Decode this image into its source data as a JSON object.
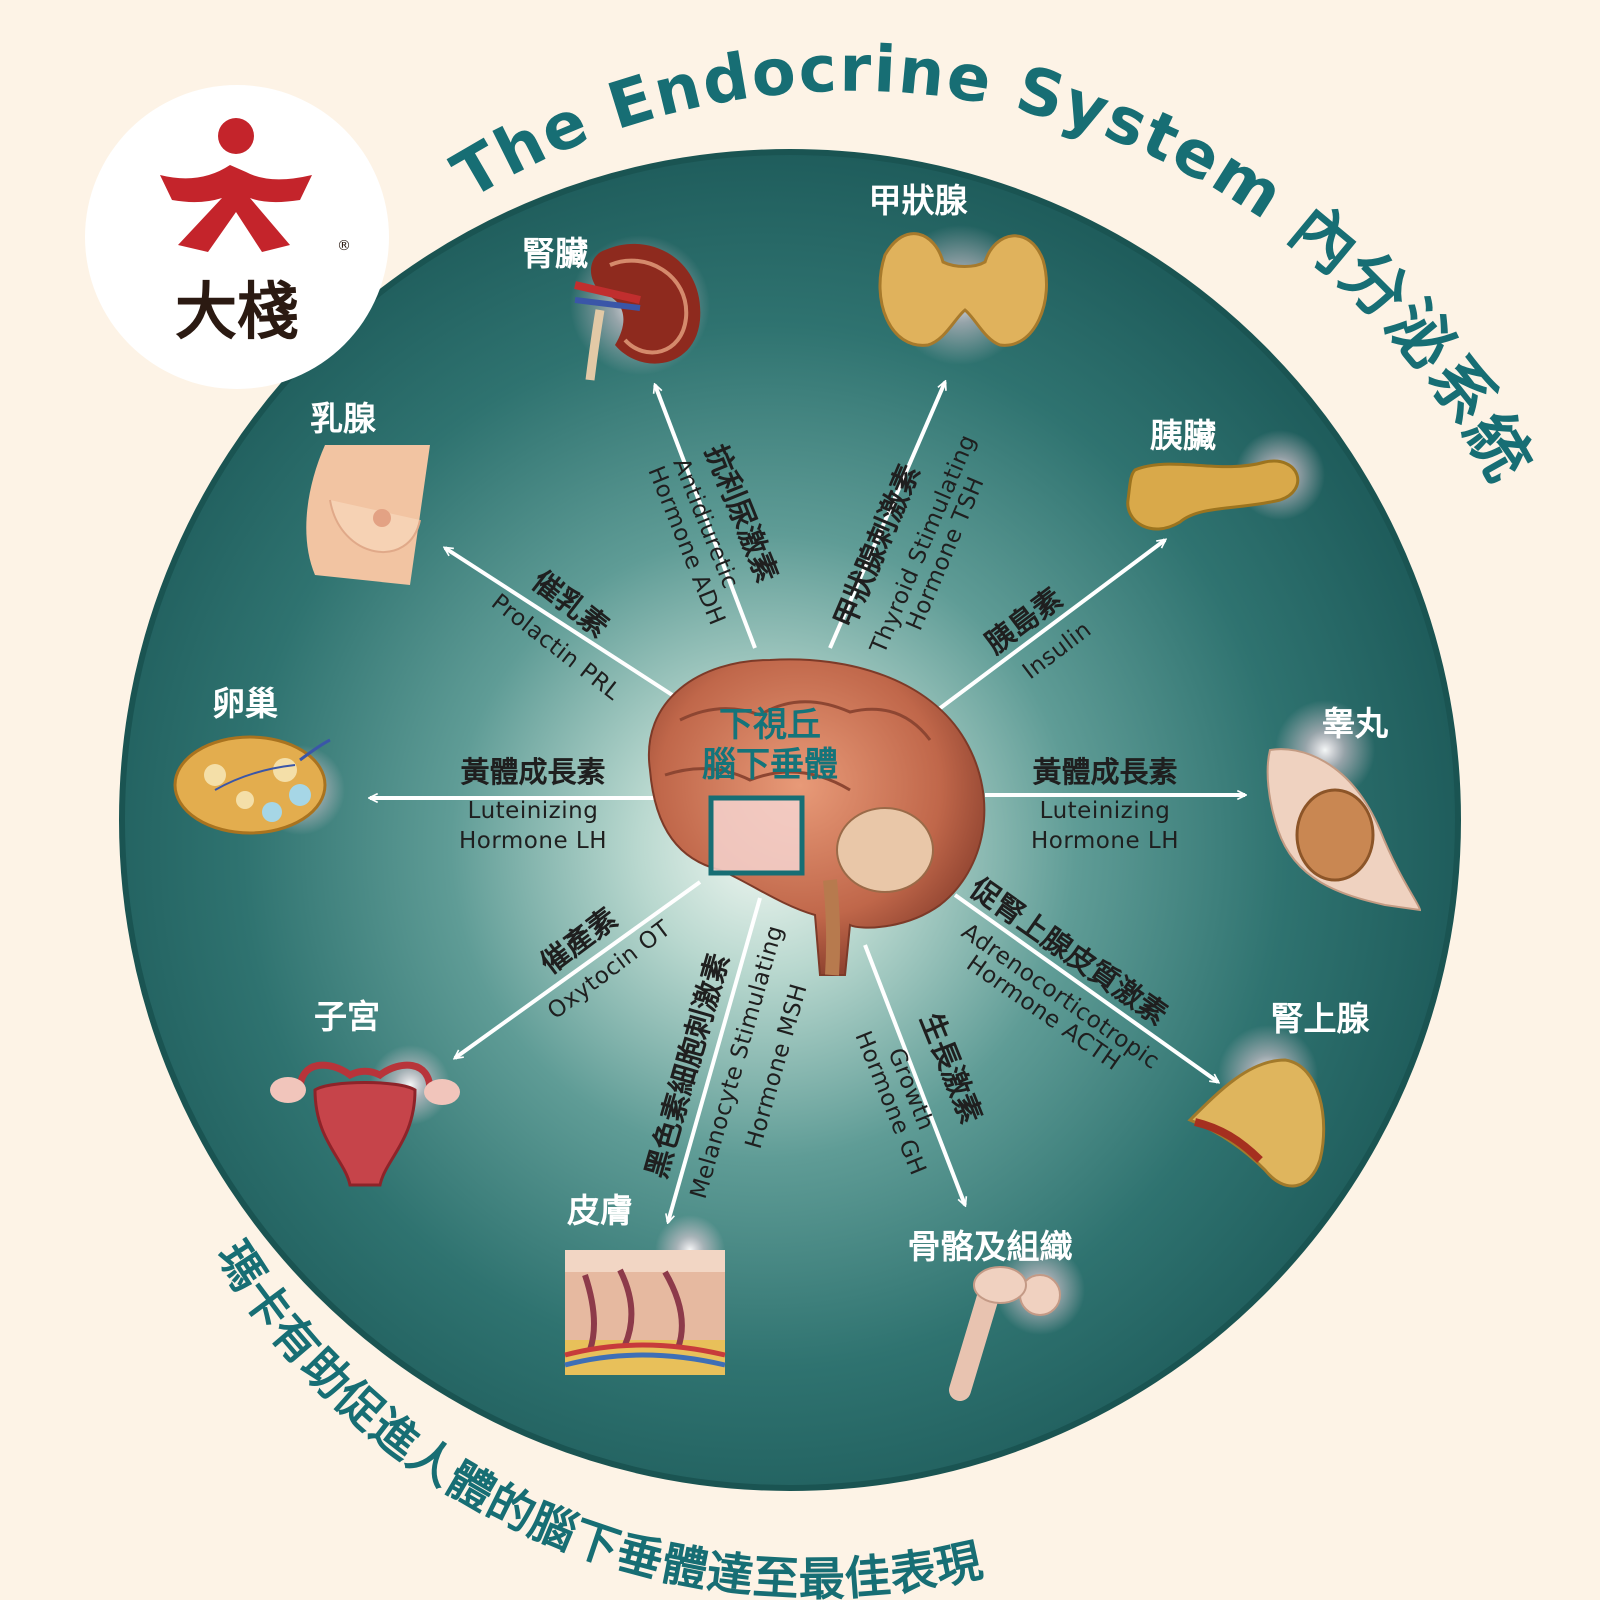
{
  "title": "The Endocrine System 內分泌系統",
  "slogan": "瑪卡有助促進人體的腦下垂體達至最佳表現",
  "logo": {
    "text": "大棧",
    "registered": "®"
  },
  "center": {
    "line1": "下視丘",
    "line2": "腦下垂體"
  },
  "colors": {
    "teal_dark": "#1d5f5e",
    "teal_light": "#e3f0ea",
    "title": "#176e74",
    "background": "#fdf3e6",
    "logo_red": "#c4242b"
  },
  "organs": [
    {
      "key": "kidney",
      "label": "腎臟",
      "icon": "kidney-icon"
    },
    {
      "key": "thyroid",
      "label": "甲狀腺",
      "icon": "thyroid-icon"
    },
    {
      "key": "pancreas",
      "label": "胰臟",
      "icon": "pancreas-icon"
    },
    {
      "key": "testis",
      "label": "睾丸",
      "icon": "testis-icon"
    },
    {
      "key": "adrenal",
      "label": "腎上腺",
      "icon": "adrenal-icon"
    },
    {
      "key": "bone",
      "label": "骨骼及組織",
      "icon": "bone-icon"
    },
    {
      "key": "skin",
      "label": "皮膚",
      "icon": "skin-icon"
    },
    {
      "key": "uterus",
      "label": "子宮",
      "icon": "uterus-icon"
    },
    {
      "key": "ovary",
      "label": "卵巢",
      "icon": "ovary-icon"
    },
    {
      "key": "breast",
      "label": "乳腺",
      "icon": "breast-icon"
    }
  ],
  "hormones": [
    {
      "key": "adh",
      "cn": "抗利尿激素",
      "en1": "Antidiuretic",
      "en2": "Hormone ADH",
      "target": "腎臟"
    },
    {
      "key": "tsh",
      "cn": "甲狀腺刺激素",
      "en1": "Thyroid Stimulating",
      "en2": "Hormone TSH",
      "target": "甲狀腺"
    },
    {
      "key": "insulin",
      "cn": "胰島素",
      "en1": "Insulin",
      "target": "胰臟"
    },
    {
      "key": "lh_right",
      "cn": "黃體成長素",
      "en1": "Luteinizing",
      "en2": "Hormone LH",
      "target": "睾丸"
    },
    {
      "key": "acth",
      "cn": "促腎上腺皮質激素",
      "en1": "Adrenocorticotropic",
      "en2": "Hormone ACTH",
      "target": "腎上腺"
    },
    {
      "key": "gh",
      "cn": "生長激素",
      "en1": "Growth",
      "en2": "Hormone GH",
      "target": "骨骼及組織"
    },
    {
      "key": "msh",
      "cn": "黑色素細胞刺激素",
      "en1": "Melanocyte Stimulating",
      "en2": "Hormone MSH",
      "target": "皮膚"
    },
    {
      "key": "ot",
      "cn": "催產素",
      "en1": "Oxytocin OT",
      "target": "子宮"
    },
    {
      "key": "lh_left",
      "cn": "黃體成長素",
      "en1": "Luteinizing",
      "en2": "Hormone LH",
      "target": "卵巢"
    },
    {
      "key": "prl",
      "cn": "催乳素",
      "en1": "Prolactin PRL",
      "target": "乳腺"
    }
  ]
}
